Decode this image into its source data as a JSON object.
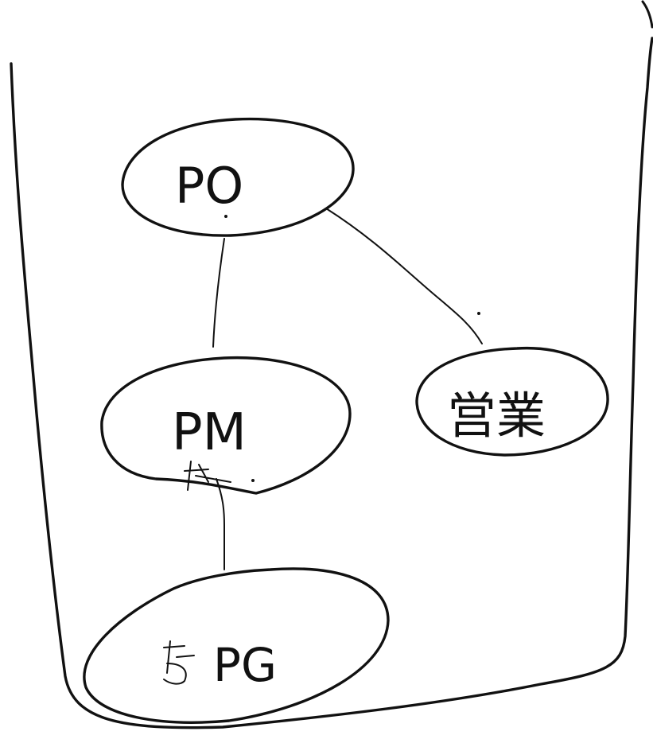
{
  "diagram": {
    "nodes": [
      {
        "id": "po",
        "label": "PO"
      },
      {
        "id": "pm",
        "label": "PM"
      },
      {
        "id": "sales",
        "label": "営業"
      },
      {
        "id": "pg",
        "label": "PG"
      }
    ],
    "edges": [
      {
        "from": "po",
        "to": "pm"
      },
      {
        "from": "po",
        "to": "sales"
      },
      {
        "from": "pm",
        "to": "pg"
      }
    ],
    "colors": {
      "ink": "#111111",
      "background": "#ffffff"
    }
  }
}
